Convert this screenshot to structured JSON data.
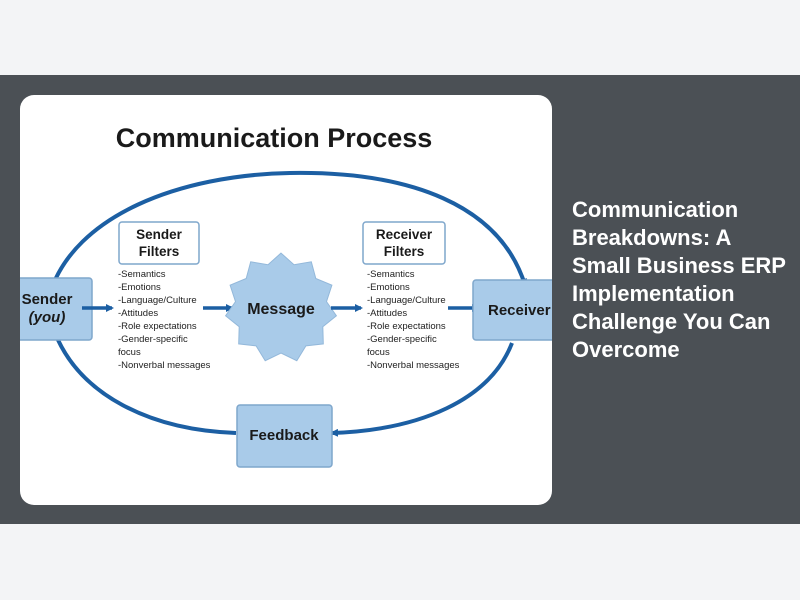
{
  "diagram": {
    "title": "Communication Process",
    "sender": {
      "line1": "Sender",
      "line2": "(you)"
    },
    "sender_filters": {
      "title_line1": "Sender",
      "title_line2": "Filters",
      "items": [
        "-Semantics",
        "-Emotions",
        "-Language/Culture",
        "-Attitudes",
        "-Role expectations",
        "-Gender-specific",
        "focus",
        "-Nonverbal messages"
      ]
    },
    "message": "Message",
    "receiver_filters": {
      "title_line1": "Receiver",
      "title_line2": "Filters",
      "items": [
        "-Semantics",
        "-Emotions",
        "-Language/Culture",
        "-Attitudes",
        "-Role expectations",
        "-Gender-specific",
        "focus",
        "-Nonverbal messages"
      ]
    },
    "receiver": "Receiver",
    "feedback": "Feedback",
    "colors": {
      "box_fill": "#a9cbe9",
      "box_stroke": "#7fa7cc",
      "arrow": "#1c5fa3",
      "filter_box_stroke": "#7fa7cc"
    }
  },
  "headline": "Communication Breakdowns: A Small Business ERP Implementation Challenge You Can Overcome"
}
